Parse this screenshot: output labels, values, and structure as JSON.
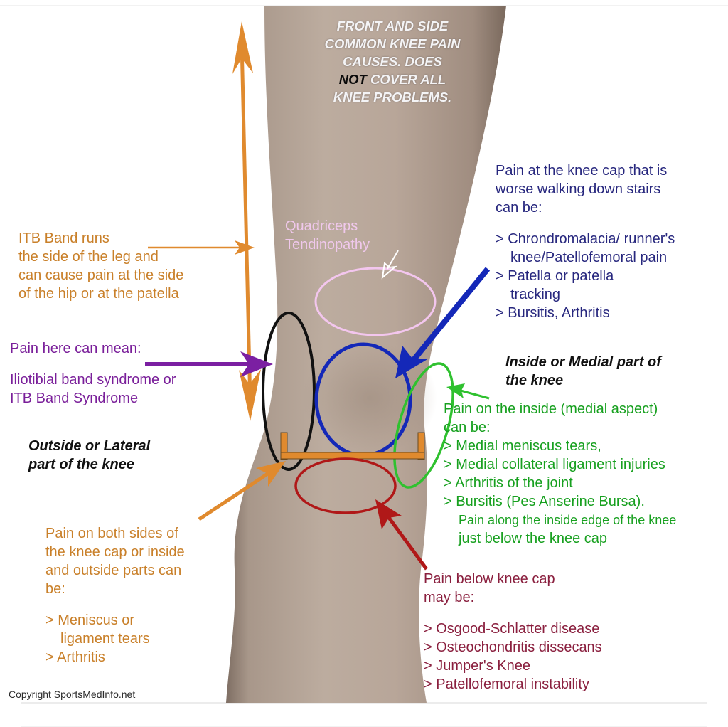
{
  "title": {
    "line1": "FRONT AND SIDE",
    "line2": "COMMON KNEE PAIN",
    "line3": "CAUSES. DOES",
    "line4_emph": "NOT",
    "line4_rest": " COVER ALL",
    "line5": "KNEE PROBLEMS."
  },
  "quadriceps": {
    "line1": "Quadriceps",
    "line2": "Tendinopathy"
  },
  "itb": {
    "line1": "ITB Band runs",
    "line2": "the side of the leg and",
    "line3": "can cause pain at the side",
    "line4": "of the hip or at the patella"
  },
  "itb_syndrome": {
    "heading": "Pain here can mean:",
    "line1": "Iliotibial band syndrome or",
    "line2": "ITB Band Syndrome"
  },
  "lateral": {
    "line1": "Outside or Lateral",
    "line2": "part of the knee"
  },
  "both_sides": {
    "line1": "Pain on both sides of",
    "line2": "the knee cap or inside",
    "line3": "and outside parts can",
    "line4": "be:",
    "items": [
      "> Meniscus or",
      "ligament tears",
      "> Arthritis"
    ]
  },
  "knee_cap": {
    "line1": "Pain at the knee cap that is",
    "line2": "worse walking down stairs",
    "line3": "can be:",
    "items": [
      "> Chrondromalacia/ runner's",
      "knee/Patellofemoral pain",
      "> Patella or patella",
      "tracking",
      "> Bursitis, Arthritis"
    ]
  },
  "medial": {
    "line1": "Inside or Medial part of",
    "line2": "the knee"
  },
  "inside": {
    "line1": "Pain on the inside (medial aspect)",
    "line2": "can be:",
    "items": [
      "> Medial meniscus tears,",
      "> Medial collateral ligament injuries",
      "> Arthritis of the joint",
      "> Bursitis (Pes Anserine Bursa)."
    ],
    "note1": "Pain along the inside edge of the knee",
    "note2": "just below the knee cap"
  },
  "below": {
    "line1": "Pain below knee cap",
    "line2": "may be:",
    "items": [
      "> Osgood-Schlatter disease",
      "> Osteochondritis dissecans",
      "> Jumper's Knee",
      "> Patellofemoral instability"
    ]
  },
  "copyright": "Copyright SportsMedInfo.net",
  "colors": {
    "orange": "#e08a2e",
    "purple": "#7b1fa2",
    "blue": "#1428b8",
    "green": "#2fc12f",
    "red": "#b01818",
    "pink": "#f3c6ee"
  }
}
